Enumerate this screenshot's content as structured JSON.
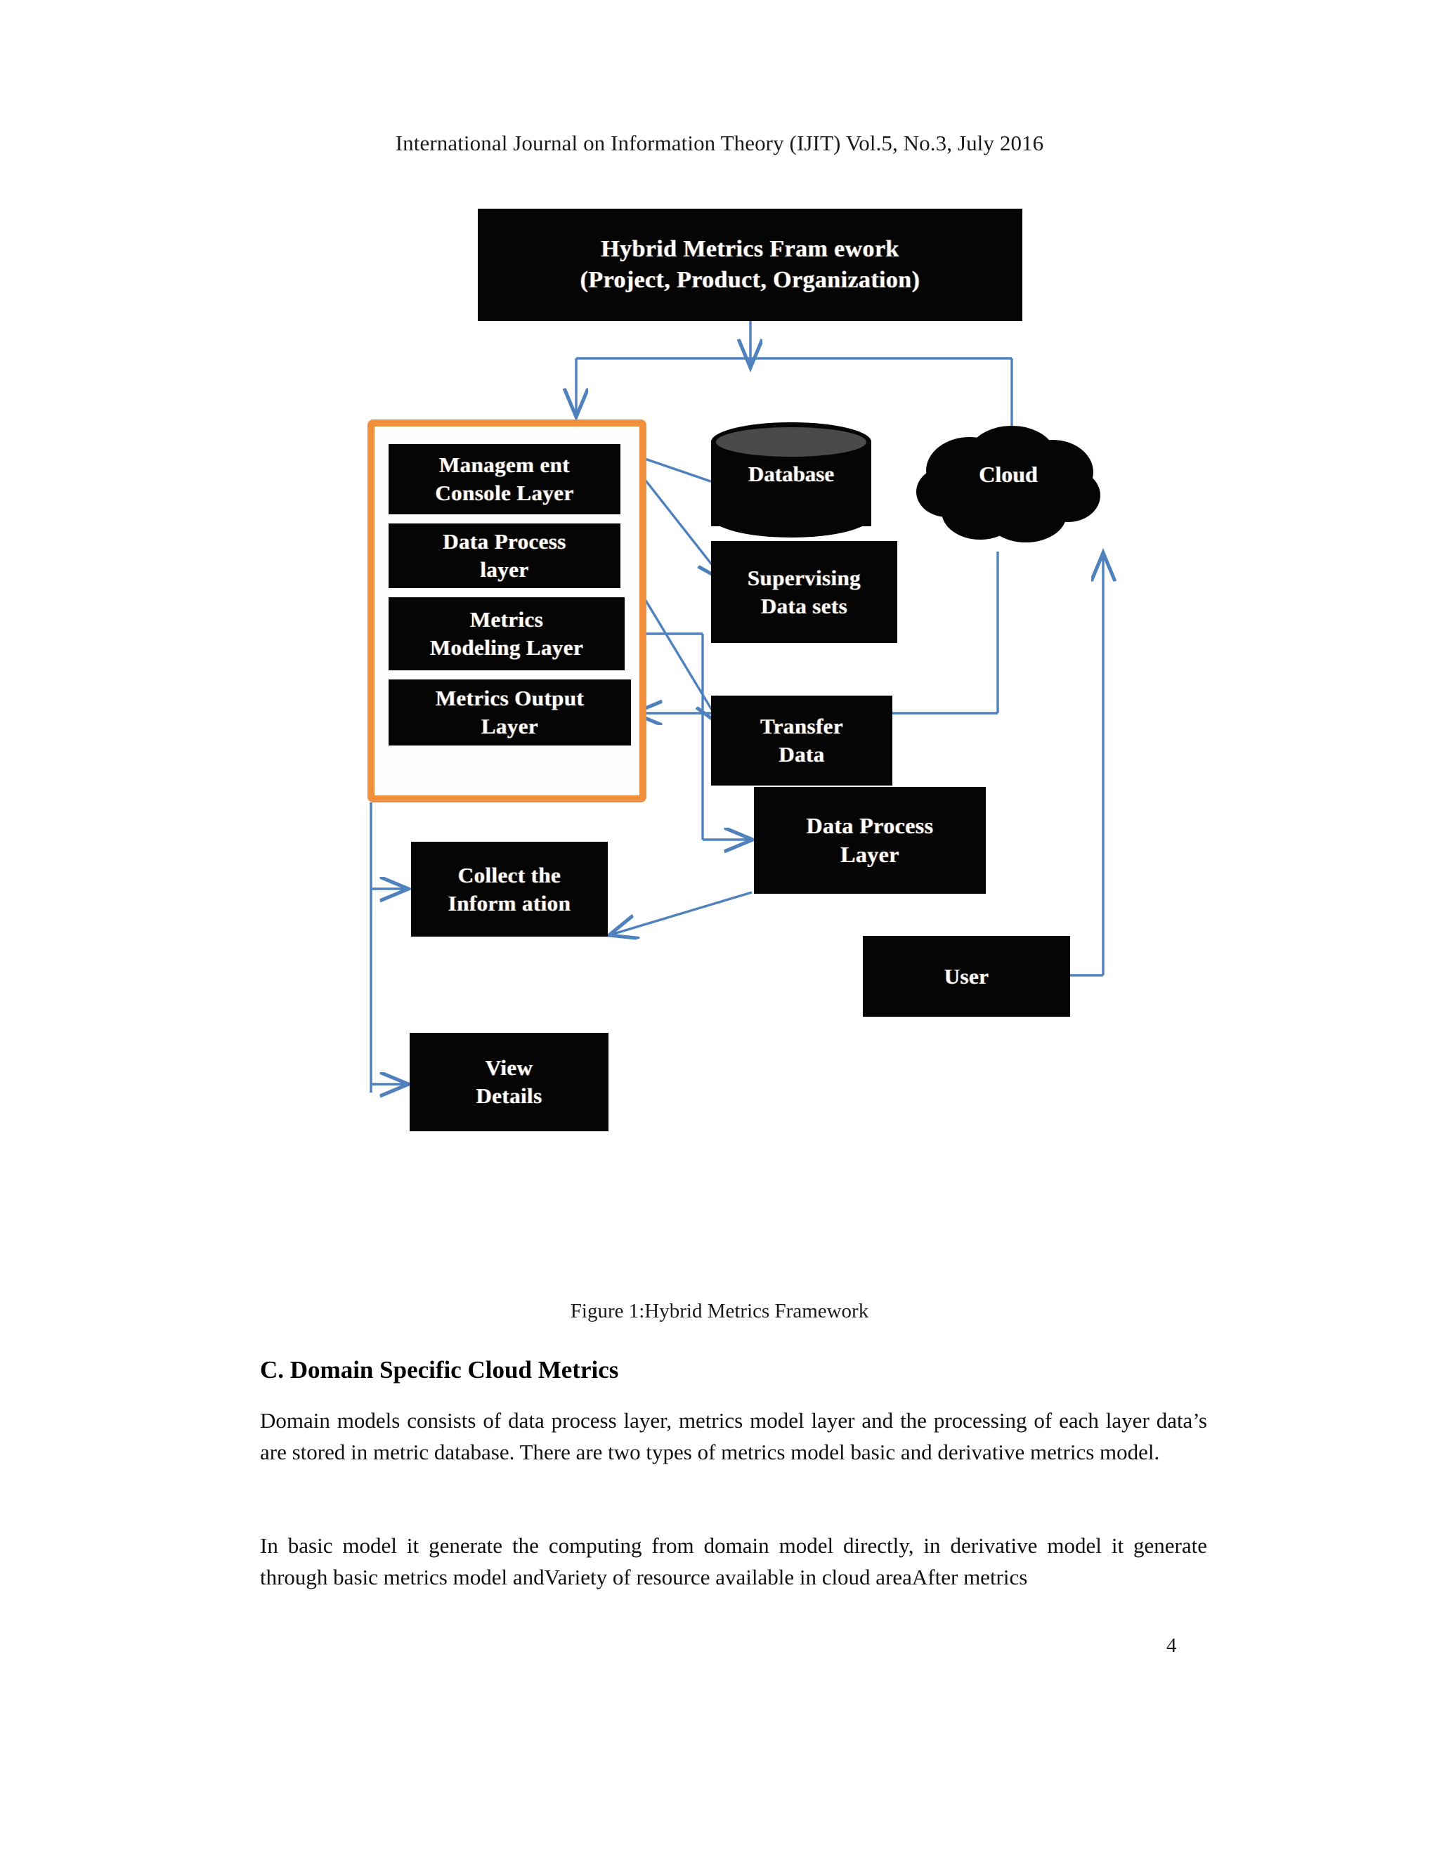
{
  "header": {
    "journal_line": "International Journal on Information Theory (IJIT) Vol.5, No.3, July 2016"
  },
  "page": {
    "number": "4"
  },
  "figure": {
    "caption": "Figure 1:Hybrid Metrics Framework",
    "accent_color": "#F0903C",
    "node_fill": "#050505",
    "arrow_color": "#4F81BD",
    "nodes": {
      "top": "Hybrid Metrics Fram ework\n(Project, Product, Organization)",
      "top_line1": "Hybrid Metrics Fram ework",
      "top_line2": "(Project, Product, Organization)",
      "management_console_layer": "Managem ent\nConsole Layer",
      "data_process_layer": "Data Process\nlayer",
      "metrics_modeling_layer": "Metrics\nModeling Layer",
      "metrics_output_layer": "Metrics Output\nLayer",
      "database": "Database",
      "cloud": "Cloud",
      "supervising_data_sets": "Supervising\nData sets",
      "transfer_data": "Transfer\nData",
      "data_process_layer_2": "Data Process\nLayer",
      "collect_the_information": "Collect the\nInform ation",
      "user": "User",
      "view_details": "View\nDetails"
    }
  },
  "content": {
    "section_heading": "C. Domain Specific Cloud Metrics",
    "paragraph_1": "Domain models consists of data process layer, metrics model layer and the processing of each layer data’s are stored in metric database. There are two types of metrics model basic and derivative metrics model.",
    "paragraph_2": "In basic model it generate the computing from domain model directly, in derivative model it generate through basic metrics model andVariety of resource available in cloud areaAfter metrics"
  }
}
